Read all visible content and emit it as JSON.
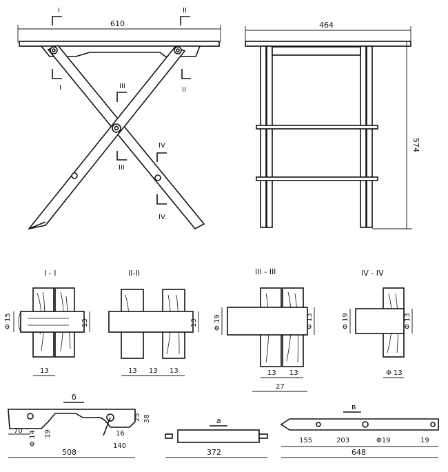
{
  "front_view": {
    "width_dim": "610",
    "cut_I": "I",
    "cut_II": "II",
    "cut_III": "III",
    "cut_IV": "IV",
    "lbl_I": "I",
    "lbl_II": "II",
    "lbl_III": "III",
    "lbl_IV": "IV."
  },
  "side_view": {
    "width_dim": "464",
    "height_dim": "574"
  },
  "sections": [
    {
      "title": "I - I",
      "dia": "Φ 15",
      "right": "13",
      "bottom": "13"
    },
    {
      "title": "II-II",
      "right": "13",
      "bottom_a": "13",
      "bottom_b": "13",
      "bottom_c": "13"
    },
    {
      "title": "III - III",
      "dia": "Φ 19",
      "right": "Φ 13",
      "bottom_a": "13",
      "bottom_b": "13",
      "total": "27"
    },
    {
      "title": "IV - IV",
      "dia": "Φ 19",
      "right": "Φ 13",
      "bottom": "Φ 13"
    }
  ],
  "part_b": {
    "title": "б",
    "d70": "70",
    "d19": "19",
    "d14": "Φ 14",
    "d25": "25",
    "d38": "38",
    "d16": "16",
    "d140": "140",
    "total": "508"
  },
  "part_a": {
    "title": "а",
    "total": "372"
  },
  "part_v": {
    "title": "в",
    "d155": "155",
    "d203": "203",
    "d19dia": "Φ19",
    "d19": "19",
    "total": "648"
  }
}
